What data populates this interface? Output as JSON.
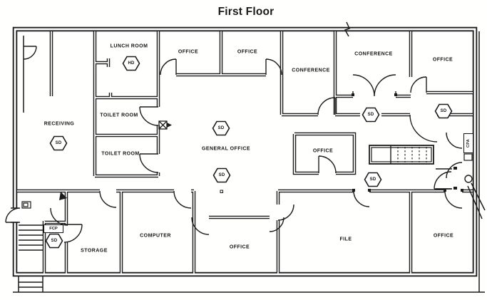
{
  "title": "First Floor",
  "rooms": [
    {
      "name": "lunch-room",
      "label": "LUNCH ROOM"
    },
    {
      "name": "office-top-1",
      "label": "OFFICE"
    },
    {
      "name": "office-top-2",
      "label": "OFFICE"
    },
    {
      "name": "conference-small",
      "label": "CONFERENCE"
    },
    {
      "name": "conference-large",
      "label": "CONFERENCE"
    },
    {
      "name": "office-top-right",
      "label": "OFFICE"
    },
    {
      "name": "receiving",
      "label": "RECEIVING"
    },
    {
      "name": "toilet-room-upper",
      "label": "TOILET ROOM"
    },
    {
      "name": "toilet-room-lower",
      "label": "TOILET ROOM"
    },
    {
      "name": "general-office",
      "label": "GENERAL OFFICE"
    },
    {
      "name": "office-center",
      "label": "OFFICE"
    },
    {
      "name": "storage",
      "label": "STORAGE"
    },
    {
      "name": "computer",
      "label": "COMPUTER"
    },
    {
      "name": "office-bottom-middle",
      "label": "OFFICE"
    },
    {
      "name": "file",
      "label": "FILE"
    },
    {
      "name": "office-bottom-right",
      "label": "OFFICE"
    }
  ],
  "symbols": [
    {
      "name": "heat-detector-lunch-room",
      "label": "HD"
    },
    {
      "name": "smoke-detector-receiving",
      "label": "SD"
    },
    {
      "name": "smoke-detector-general-office-north",
      "label": "SD"
    },
    {
      "name": "smoke-detector-general-office-south",
      "label": "SD"
    },
    {
      "name": "smoke-detector-corridor-north",
      "label": "SD"
    },
    {
      "name": "smoke-detector-east-wing",
      "label": "SD"
    },
    {
      "name": "smoke-detector-corridor-south",
      "label": "SD"
    },
    {
      "name": "smoke-detector-stair-vestibule",
      "label": "SD"
    }
  ],
  "panels": [
    {
      "name": "fire-control-panel",
      "label": "FCP"
    },
    {
      "name": "cpa-panel",
      "label": "CPA"
    }
  ],
  "line_color": "#1c1c1c"
}
